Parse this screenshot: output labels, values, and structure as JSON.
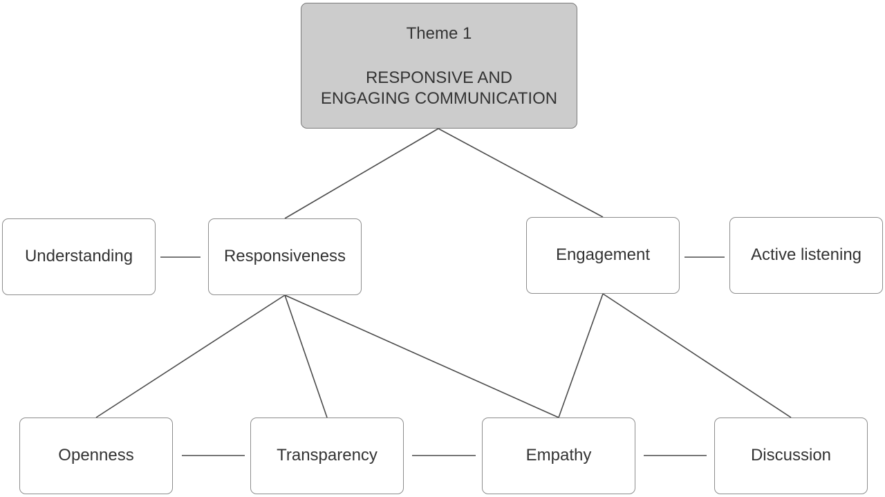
{
  "root": {
    "label": "Theme 1",
    "title": "RESPONSIVE AND\nENGAGING COMMUNICATION"
  },
  "nodes": {
    "understanding": "Understanding",
    "responsiveness": "Responsiveness",
    "engagement": "Engagement",
    "active_listening": "Active listening",
    "openness": "Openness",
    "transparency": "Transparency",
    "empathy": "Empathy",
    "discussion": "Discussion"
  },
  "colors": {
    "root_fill": "#cccccc",
    "node_fill": "#ffffff",
    "border": "#8c8c8c",
    "connector": "#4a4a4a",
    "text": "#333333"
  },
  "edges": [
    [
      "root",
      "responsiveness"
    ],
    [
      "root",
      "engagement"
    ],
    [
      "understanding",
      "responsiveness"
    ],
    [
      "engagement",
      "active_listening"
    ],
    [
      "responsiveness",
      "openness"
    ],
    [
      "responsiveness",
      "transparency"
    ],
    [
      "responsiveness",
      "empathy"
    ],
    [
      "engagement",
      "empathy"
    ],
    [
      "engagement",
      "discussion"
    ],
    [
      "openness",
      "transparency"
    ],
    [
      "transparency",
      "empathy"
    ],
    [
      "empathy",
      "discussion"
    ]
  ]
}
